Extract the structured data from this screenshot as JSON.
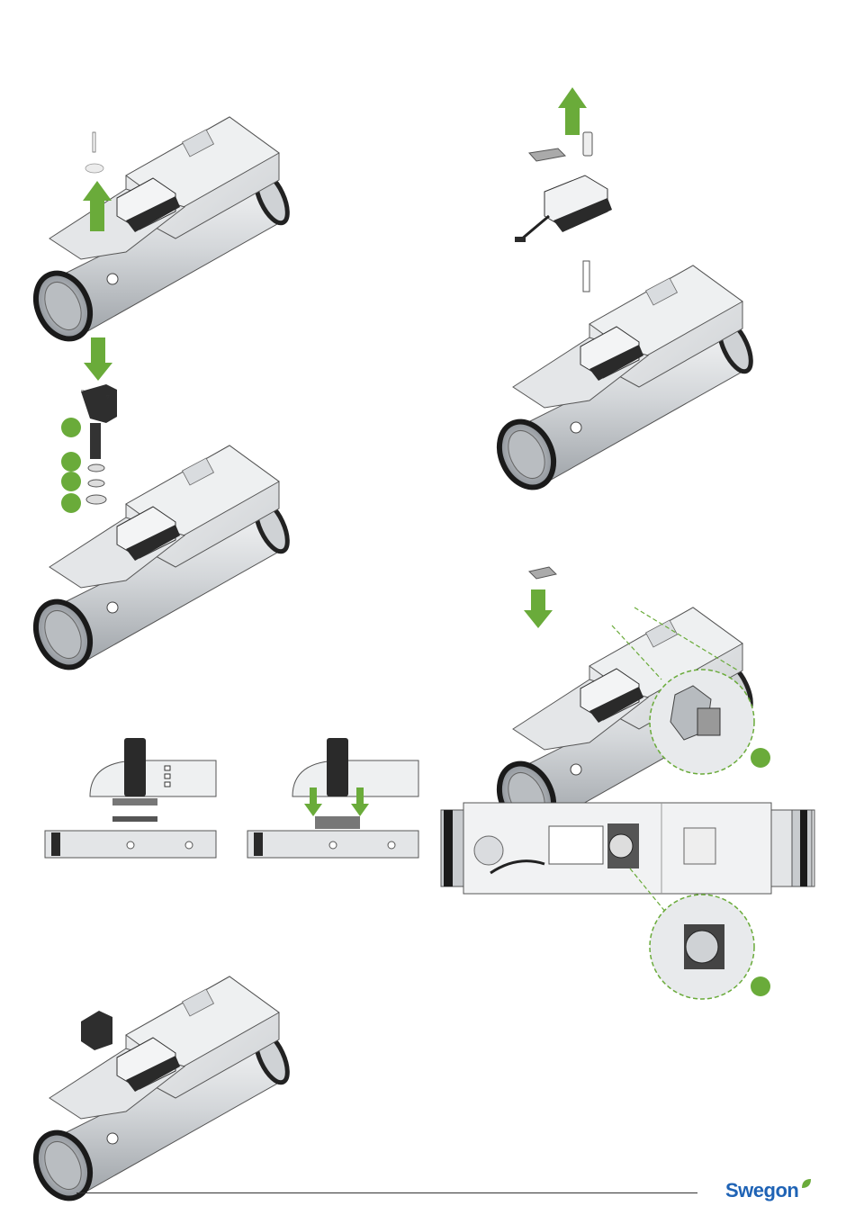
{
  "figures": [
    {
      "id": "step-1",
      "description_hidden": true
    },
    {
      "id": "step-2"
    },
    {
      "id": "step-3"
    },
    {
      "id": "step-4"
    },
    {
      "id": "step-5"
    }
  ],
  "footer": {
    "brand_name": "Swegon"
  },
  "colors": {
    "arrow_green": "#6aab3a",
    "badge_green": "#6aab3a",
    "detail_outline": "#6aab3a",
    "brand_blue": "#1f63b5",
    "metal_light": "#e6e7e9",
    "metal_mid": "#c3c6ca",
    "metal_dark": "#2a2a2a"
  },
  "icons": [
    "up-arrow-icon",
    "down-arrow-icon",
    "leaf-icon"
  ]
}
